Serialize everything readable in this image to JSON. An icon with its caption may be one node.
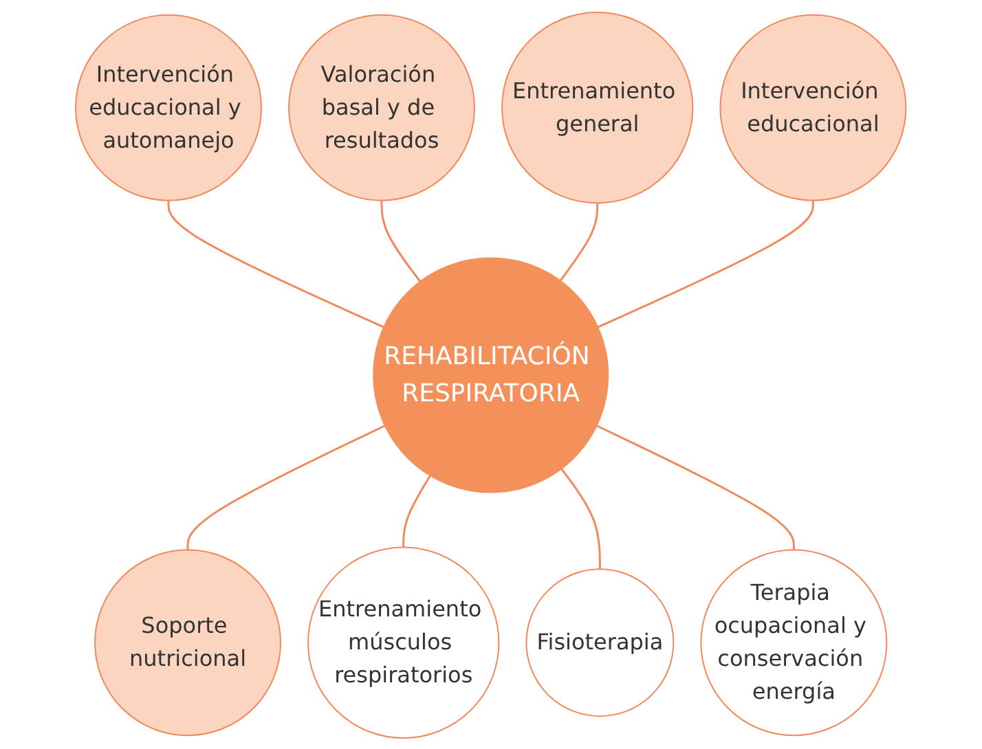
{
  "diagram": {
    "nodes": [
      {
        "text": [
          "REHABILITACIÓN RESPIRATORIA"
        ]
      },
      {
        "text": [
          "Entrenamiento general"
        ]
      },
      {
        "text": [
          "Intervención educacional"
        ]
      },
      {
        "text": [
          "Soporte nutricional"
        ]
      },
      {
        "text": [
          "Entrenamiento músculos respiratorios"
        ]
      },
      {
        "text": [
          "Fisioterapia"
        ]
      },
      {
        "text": [
          "Terapia ocupacional y conservación energía"
        ]
      },
      {
        "text": [
          "Intervención educacional y automanejo"
        ]
      },
      {
        "text": [
          "Valoración basal y de resultados"
        ]
      }
    ],
    "edges": [
      {
        "from": 7,
        "to": 0,
        "arrow": "none"
      },
      {
        "from": 8,
        "to": 0,
        "arrow": "none"
      },
      {
        "from": 1,
        "to": 0,
        "arrow": "none"
      },
      {
        "from": 2,
        "to": 0,
        "arrow": "none"
      },
      {
        "from": 0,
        "to": 3,
        "arrow": "none"
      },
      {
        "from": 0,
        "to": 4,
        "arrow": "none"
      },
      {
        "from": 0,
        "to": 5,
        "arrow": "none"
      },
      {
        "from": 0,
        "to": 6,
        "arrow": "none"
      }
    ]
  }
}
